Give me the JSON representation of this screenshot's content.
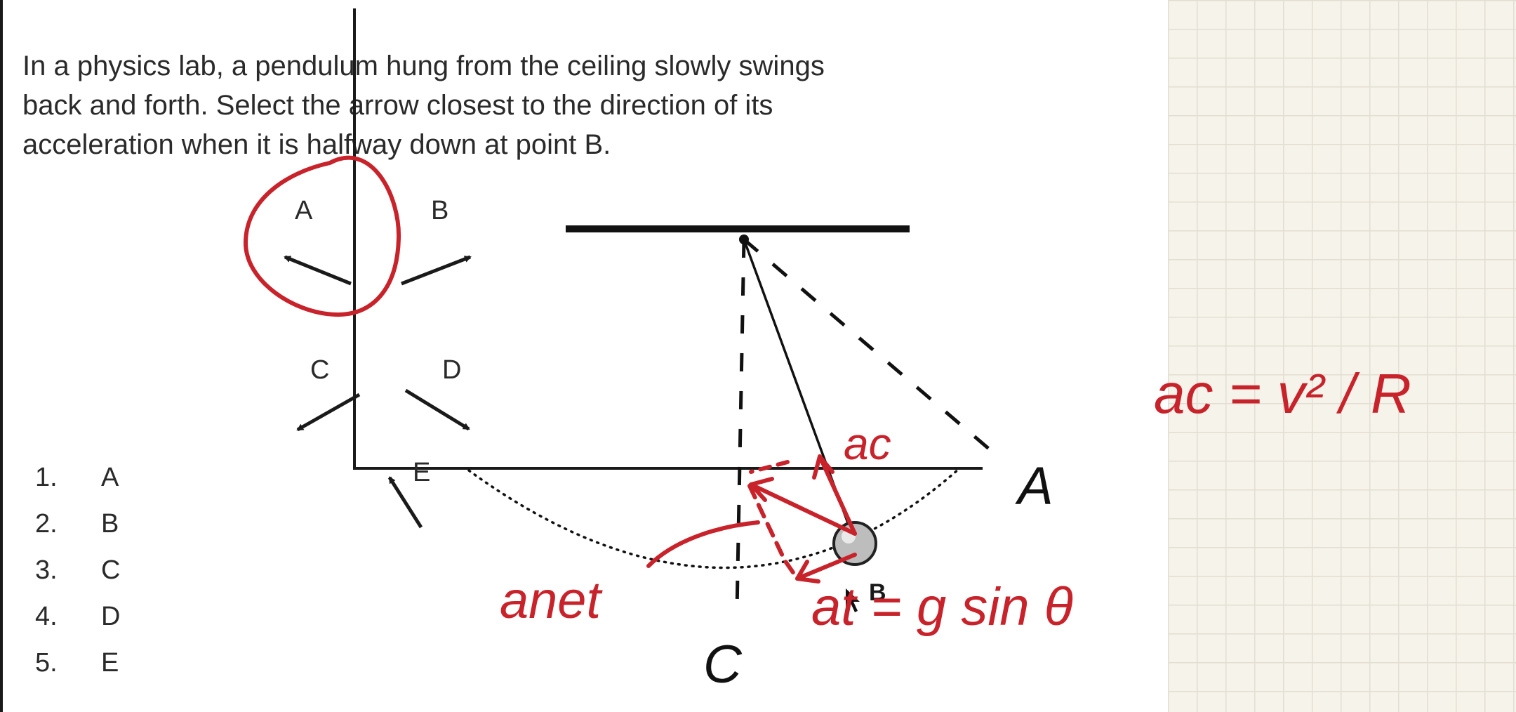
{
  "question": {
    "line1": "In a physics lab, a pendulum hung from the ceiling slowly swings",
    "line2": "back and forth.  Select the arrow closest to the direction of its",
    "line3": "acceleration when it is halfway down at point B."
  },
  "arrow_labels": {
    "a": "A",
    "b": "B",
    "c": "C",
    "d": "D",
    "e": "E"
  },
  "answer_choices": [
    {
      "num": "1.",
      "label": "A"
    },
    {
      "num": "2.",
      "label": "B"
    },
    {
      "num": "3.",
      "label": "C"
    },
    {
      "num": "4.",
      "label": "D"
    },
    {
      "num": "5.",
      "label": "E"
    }
  ],
  "pendulum_labels": {
    "point_b": "B"
  },
  "annotations": {
    "point_a": "A",
    "point_c": "C",
    "ac_label": "ac",
    "anet_label": "anet",
    "at_formula": "at = g sin θ",
    "ac_formula": "ac = v² / R"
  },
  "colors": {
    "ink": "#c8232b",
    "text": "#2a2a2a",
    "grid_bg": "#f6f3ea",
    "grid_line": "#e2ded3"
  }
}
